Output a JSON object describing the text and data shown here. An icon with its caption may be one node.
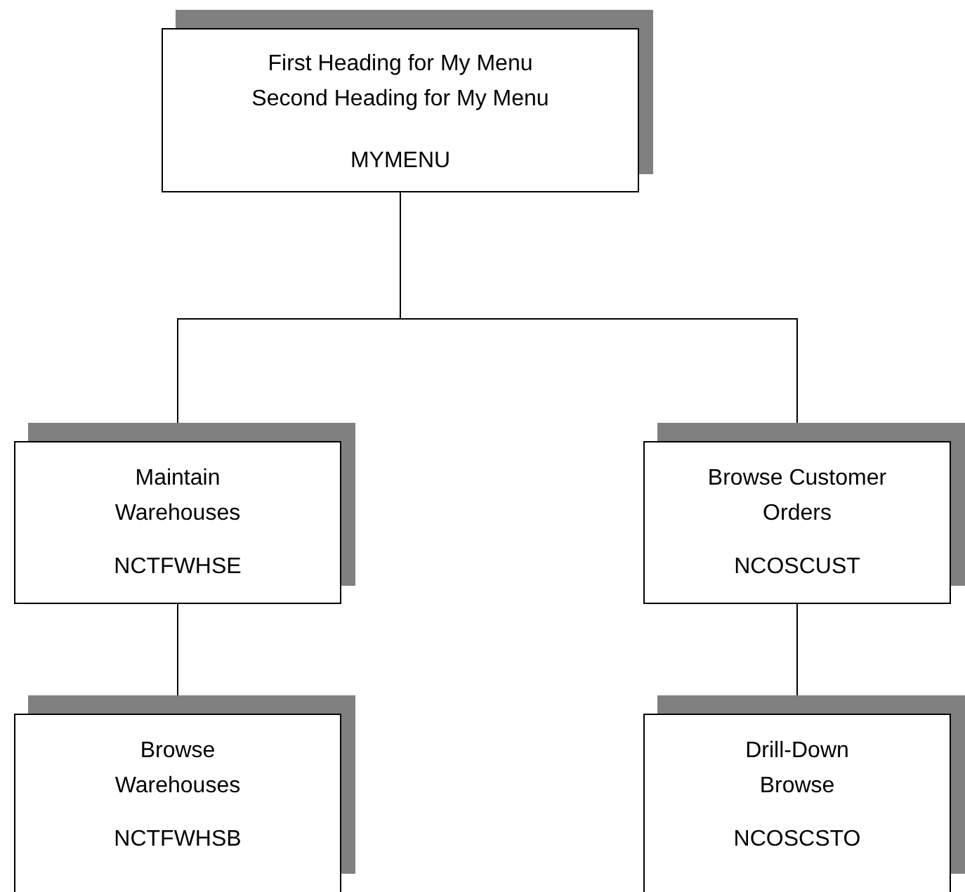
{
  "diagram": {
    "nodes": [
      {
        "text": [
          "First Heading for My Menu",
          "Second Heading for My Menu",
          "MYMENU"
        ]
      },
      {
        "text": [
          "Maintain Warehouses",
          "NCTFWHSE"
        ]
      },
      {
        "text": [
          "Browse Customer Orders",
          "NCOSCUST"
        ]
      },
      {
        "text": [
          "Browse Warehouses",
          "NCTFWHSB"
        ]
      },
      {
        "text": [
          "Drill-Down Browse",
          "NCOSCSTO"
        ]
      }
    ],
    "edges": [
      {
        "from": 0,
        "to": 1,
        "arrow": "none"
      },
      {
        "from": 0,
        "to": 2,
        "arrow": "none"
      },
      {
        "from": 1,
        "to": 3,
        "arrow": "none"
      },
      {
        "from": 2,
        "to": 4,
        "arrow": "none"
      }
    ]
  }
}
